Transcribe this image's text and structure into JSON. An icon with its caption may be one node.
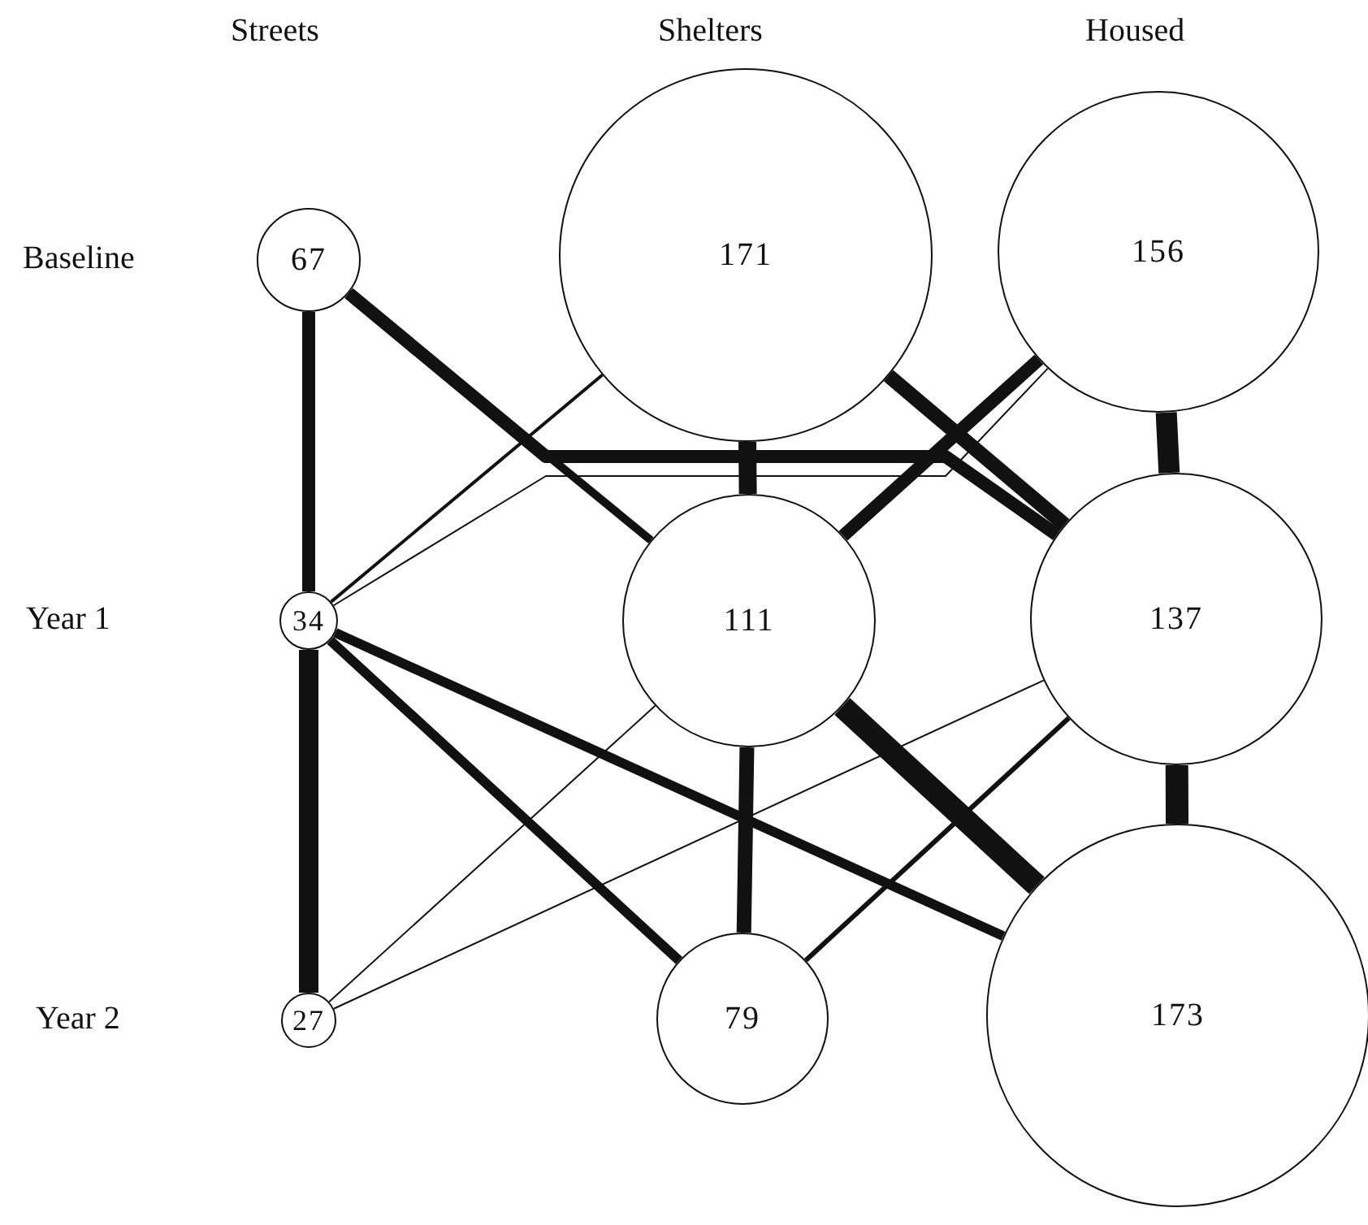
{
  "diagram": {
    "nodes": [
      {
        "text": [
          "67"
        ]
      },
      {
        "text": [
          "171"
        ]
      },
      {
        "text": [
          "156"
        ]
      },
      {
        "text": [
          "34"
        ]
      },
      {
        "text": [
          "111"
        ]
      },
      {
        "text": [
          "137"
        ]
      },
      {
        "text": [
          "27"
        ]
      },
      {
        "text": [
          "79"
        ]
      },
      {
        "text": [
          "173"
        ]
      }
    ],
    "edges": [
      {
        "from": 0,
        "to": 3,
        "arrow": "none"
      },
      {
        "from": 0,
        "to": 4,
        "arrow": "none"
      },
      {
        "from": 0,
        "to": 5,
        "arrow": "none"
      },
      {
        "from": 1,
        "to": 3,
        "arrow": "none"
      },
      {
        "from": 2,
        "to": 3,
        "arrow": "none"
      },
      {
        "from": 1,
        "to": 4,
        "arrow": "none"
      },
      {
        "from": 1,
        "to": 5,
        "arrow": "none"
      },
      {
        "from": 2,
        "to": 4,
        "arrow": "none"
      },
      {
        "from": 2,
        "to": 5,
        "arrow": "none"
      },
      {
        "from": 3,
        "to": 6,
        "arrow": "none"
      },
      {
        "from": 3,
        "to": 7,
        "arrow": "none"
      },
      {
        "from": 3,
        "to": 8,
        "arrow": "none"
      },
      {
        "from": 4,
        "to": 6,
        "arrow": "none"
      },
      {
        "from": 5,
        "to": 6,
        "arrow": "none"
      },
      {
        "from": 4,
        "to": 7,
        "arrow": "none"
      },
      {
        "from": 4,
        "to": 8,
        "arrow": "none"
      },
      {
        "from": 5,
        "to": 7,
        "arrow": "none"
      },
      {
        "from": 5,
        "to": 8,
        "arrow": "none"
      }
    ],
    "labels": [
      "Streets",
      "Shelters",
      "Housed",
      "Baseline",
      "Year 1",
      "Year 2"
    ]
  }
}
